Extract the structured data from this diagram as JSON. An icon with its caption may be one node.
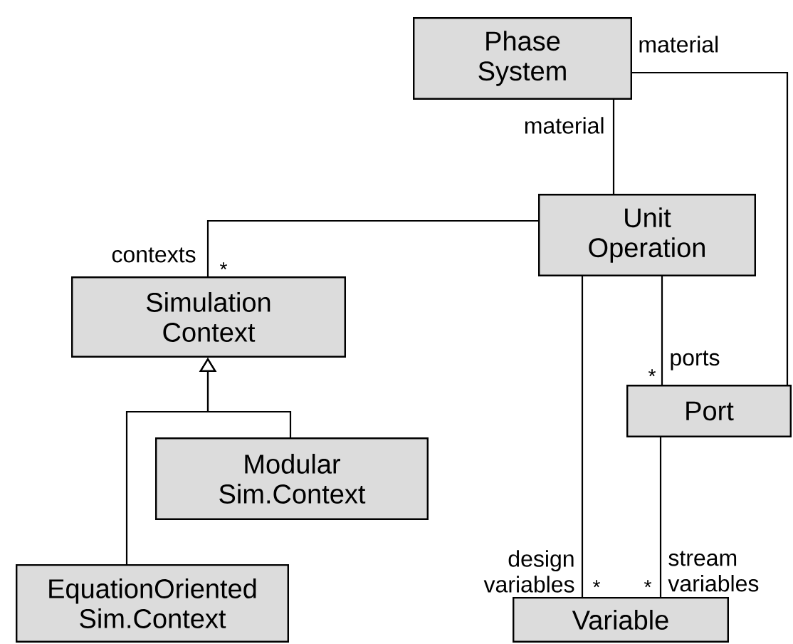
{
  "diagram": {
    "nodes": [
      {
        "text": [
          "Phase System"
        ]
      },
      {
        "text": [
          "Unit Operation"
        ]
      },
      {
        "text": [
          "Simulation Context"
        ]
      },
      {
        "text": [
          "Modular Sim.Context"
        ]
      },
      {
        "text": [
          "EquationOriented Sim.Context"
        ]
      },
      {
        "text": [
          "Port"
        ]
      },
      {
        "text": [
          "Variable"
        ]
      }
    ],
    "edges": [
      {
        "from": 0,
        "to": 1,
        "arrow": "none",
        "label": "material"
      },
      {
        "from": 0,
        "to": 5,
        "arrow": "none",
        "label": "material"
      },
      {
        "from": 1,
        "to": 2,
        "arrow": "none",
        "label": "contexts"
      },
      {
        "from": 3,
        "to": 2,
        "arrow": "to"
      },
      {
        "from": 4,
        "to": 2,
        "arrow": "to"
      },
      {
        "from": 1,
        "to": 6,
        "arrow": "none",
        "label": "design variables"
      },
      {
        "from": 1,
        "to": 5,
        "arrow": "none",
        "label": "ports"
      },
      {
        "from": 5,
        "to": 6,
        "arrow": "none",
        "label": "stream variables"
      }
    ],
    "labels": [
      "*",
      "*",
      "*",
      "*"
    ]
  }
}
